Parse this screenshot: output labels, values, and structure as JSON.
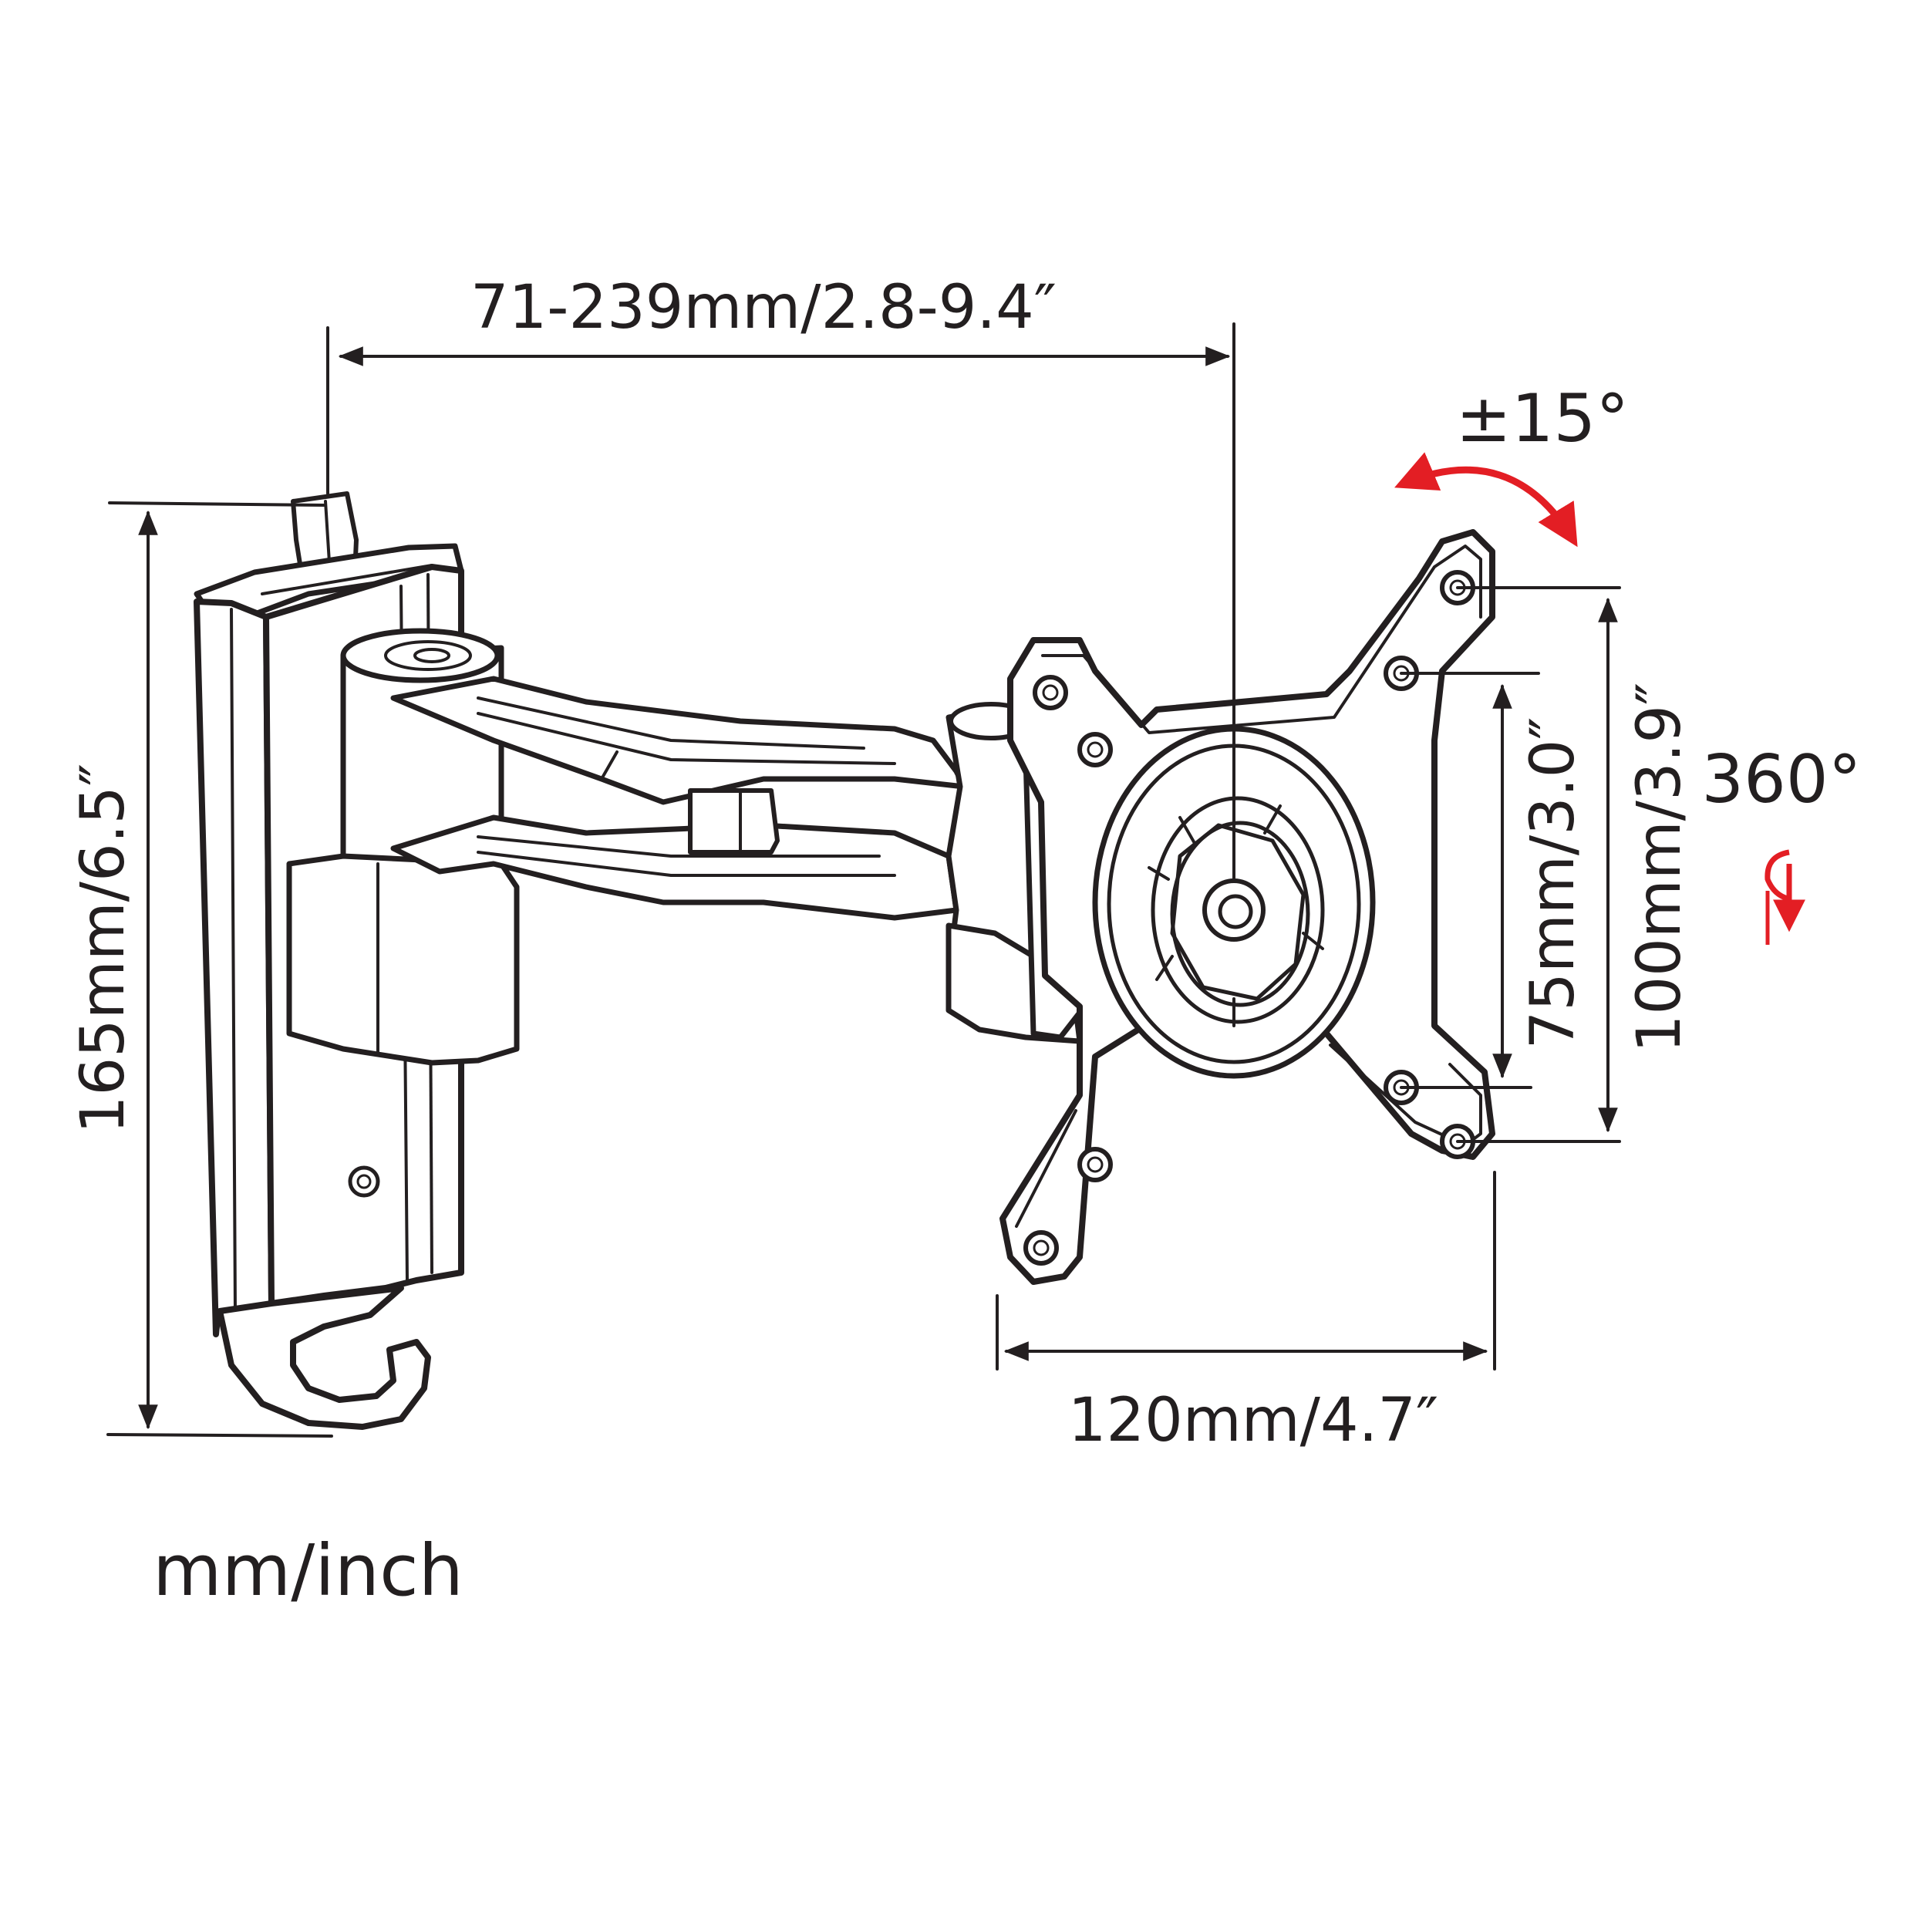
{
  "dimensions": {
    "arm_reach": "71-239mm/2.8-9.4″",
    "height": "165mm/6.5″",
    "vesa_75": "75mm/3.0″",
    "vesa_100": "100mm/3.9″",
    "plate_width": "120mm/4.7″"
  },
  "rotation": {
    "tilt": "±15°",
    "rotate": "360°"
  },
  "units_note": "mm/inch",
  "colors": {
    "line": "#231f20",
    "arrow_accent": "#e31e24"
  }
}
